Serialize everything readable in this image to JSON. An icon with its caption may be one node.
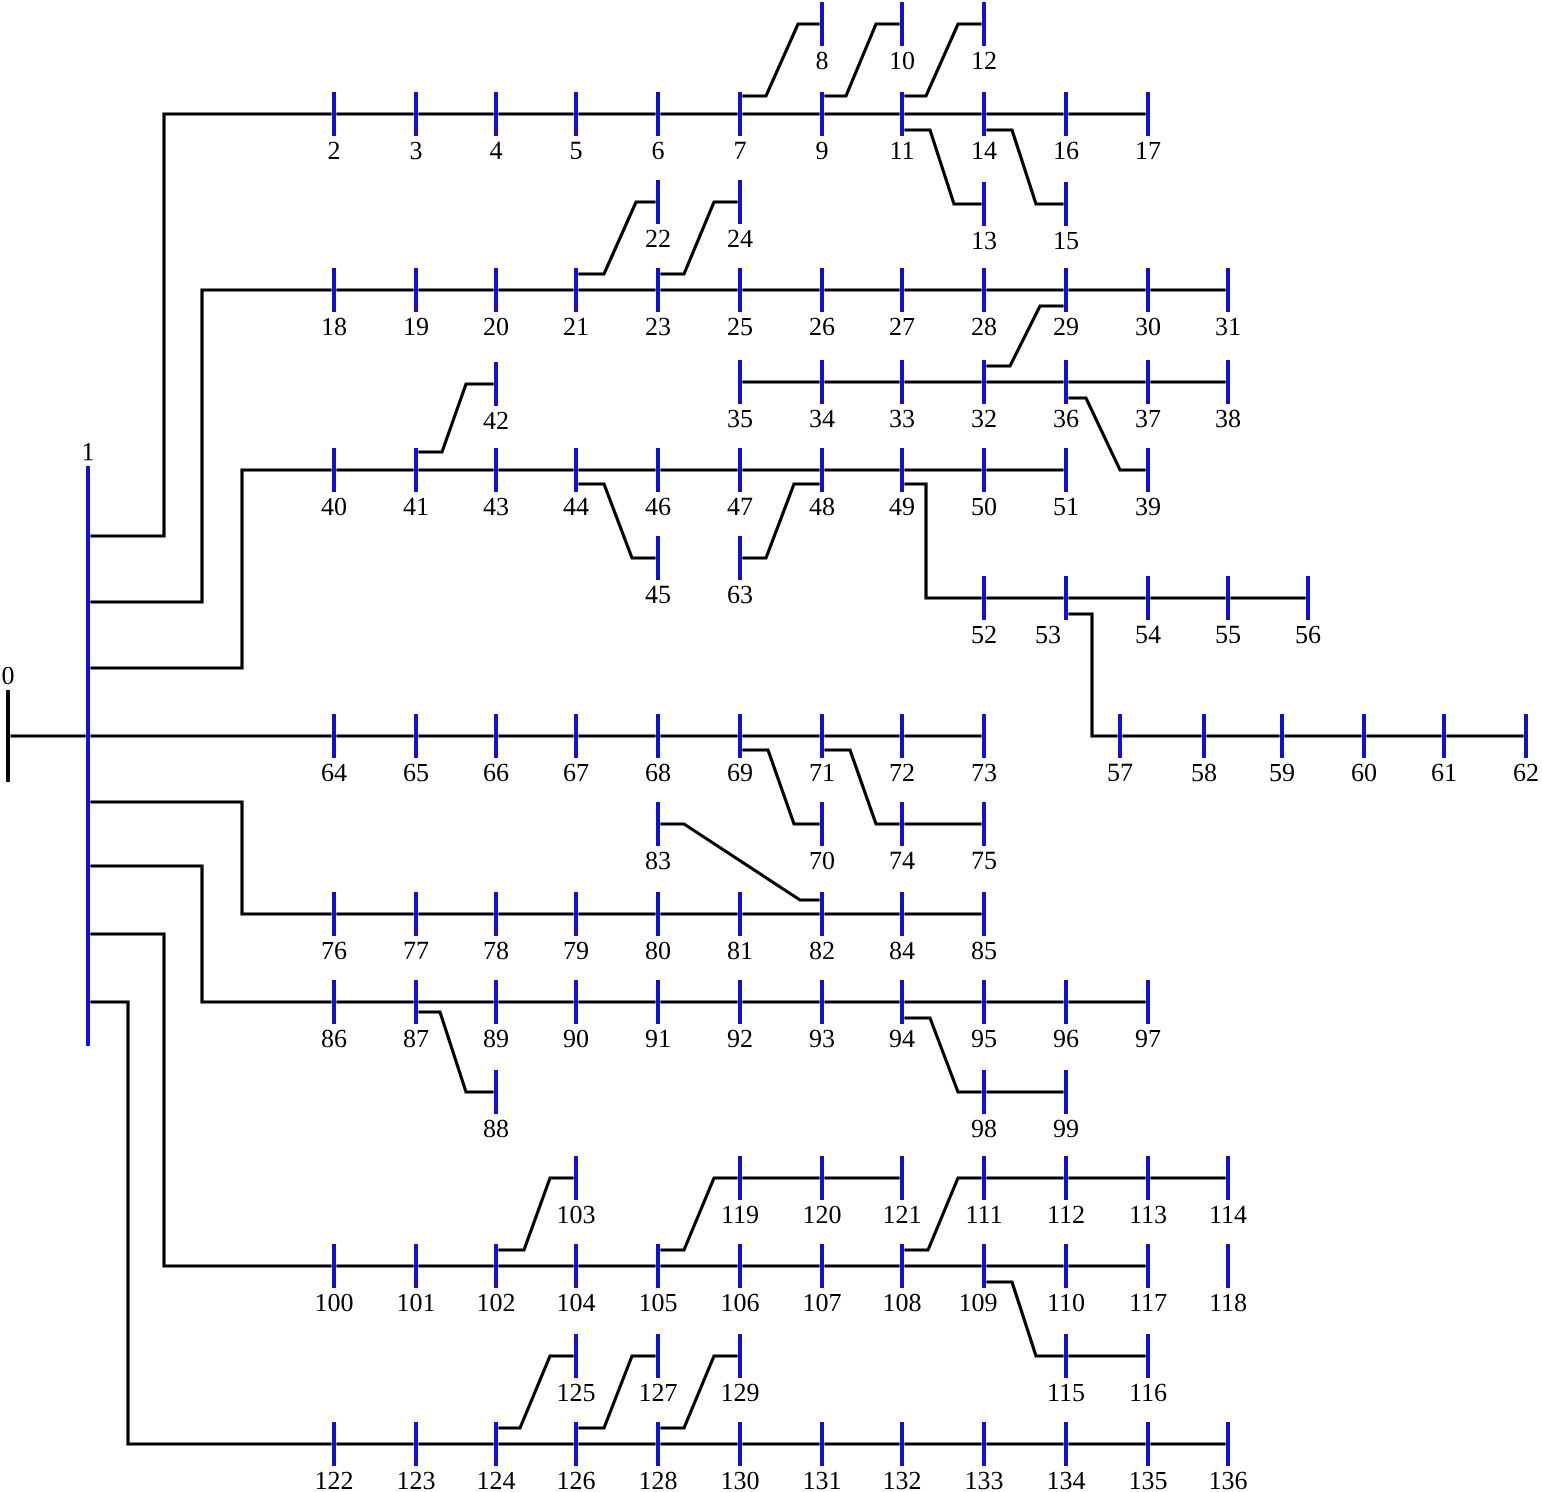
{
  "diagram": {
    "nodes": [
      {
        "text": [
          "0"
        ]
      },
      {
        "text": [
          "1"
        ]
      },
      {
        "text": [
          "2"
        ]
      },
      {
        "text": [
          "3"
        ]
      },
      {
        "text": [
          "4"
        ]
      },
      {
        "text": [
          "5"
        ]
      },
      {
        "text": [
          "6"
        ]
      },
      {
        "text": [
          "7"
        ]
      },
      {
        "text": [
          "8"
        ]
      },
      {
        "text": [
          "9"
        ]
      },
      {
        "text": [
          "10"
        ]
      },
      {
        "text": [
          "11"
        ]
      },
      {
        "text": [
          "12"
        ]
      },
      {
        "text": [
          "13"
        ]
      },
      {
        "text": [
          "14"
        ]
      },
      {
        "text": [
          "15"
        ]
      },
      {
        "text": [
          "16"
        ]
      },
      {
        "text": [
          "17"
        ]
      },
      {
        "text": [
          "18"
        ]
      },
      {
        "text": [
          "19"
        ]
      },
      {
        "text": [
          "20"
        ]
      },
      {
        "text": [
          "21"
        ]
      },
      {
        "text": [
          "22"
        ]
      },
      {
        "text": [
          "23"
        ]
      },
      {
        "text": [
          "24"
        ]
      },
      {
        "text": [
          "25"
        ]
      },
      {
        "text": [
          "26"
        ]
      },
      {
        "text": [
          "27"
        ]
      },
      {
        "text": [
          "28"
        ]
      },
      {
        "text": [
          "29"
        ]
      },
      {
        "text": [
          "30"
        ]
      },
      {
        "text": [
          "31"
        ]
      },
      {
        "text": [
          "32"
        ]
      },
      {
        "text": [
          "33"
        ]
      },
      {
        "text": [
          "34"
        ]
      },
      {
        "text": [
          "35"
        ]
      },
      {
        "text": [
          "36"
        ]
      },
      {
        "text": [
          "37"
        ]
      },
      {
        "text": [
          "38"
        ]
      },
      {
        "text": [
          "39"
        ]
      },
      {
        "text": [
          "40"
        ]
      },
      {
        "text": [
          "41"
        ]
      },
      {
        "text": [
          "42"
        ]
      },
      {
        "text": [
          "43"
        ]
      },
      {
        "text": [
          "44"
        ]
      },
      {
        "text": [
          "45"
        ]
      },
      {
        "text": [
          "46"
        ]
      },
      {
        "text": [
          "47"
        ]
      },
      {
        "text": [
          "48"
        ]
      },
      {
        "text": [
          "49"
        ]
      },
      {
        "text": [
          "50"
        ]
      },
      {
        "text": [
          "51"
        ]
      },
      {
        "text": [
          "52"
        ]
      },
      {
        "text": [
          "53"
        ]
      },
      {
        "text": [
          "54"
        ]
      },
      {
        "text": [
          "55"
        ]
      },
      {
        "text": [
          "56"
        ]
      },
      {
        "text": [
          "57"
        ]
      },
      {
        "text": [
          "58"
        ]
      },
      {
        "text": [
          "59"
        ]
      },
      {
        "text": [
          "60"
        ]
      },
      {
        "text": [
          "61"
        ]
      },
      {
        "text": [
          "62"
        ]
      },
      {
        "text": [
          "63"
        ]
      },
      {
        "text": [
          "64"
        ]
      },
      {
        "text": [
          "65"
        ]
      },
      {
        "text": [
          "66"
        ]
      },
      {
        "text": [
          "67"
        ]
      },
      {
        "text": [
          "68"
        ]
      },
      {
        "text": [
          "69"
        ]
      },
      {
        "text": [
          "70"
        ]
      },
      {
        "text": [
          "71"
        ]
      },
      {
        "text": [
          "72"
        ]
      },
      {
        "text": [
          "73"
        ]
      },
      {
        "text": [
          "74"
        ]
      },
      {
        "text": [
          "75"
        ]
      },
      {
        "text": [
          "76"
        ]
      },
      {
        "text": [
          "77"
        ]
      },
      {
        "text": [
          "78"
        ]
      },
      {
        "text": [
          "79"
        ]
      },
      {
        "text": [
          "80"
        ]
      },
      {
        "text": [
          "81"
        ]
      },
      {
        "text": [
          "82"
        ]
      },
      {
        "text": [
          "83"
        ]
      },
      {
        "text": [
          "84"
        ]
      },
      {
        "text": [
          "85"
        ]
      },
      {
        "text": [
          "86"
        ]
      },
      {
        "text": [
          "87"
        ]
      },
      {
        "text": [
          "88"
        ]
      },
      {
        "text": [
          "89"
        ]
      },
      {
        "text": [
          "90"
        ]
      },
      {
        "text": [
          "91"
        ]
      },
      {
        "text": [
          "92"
        ]
      },
      {
        "text": [
          "93"
        ]
      },
      {
        "text": [
          "94"
        ]
      },
      {
        "text": [
          "95"
        ]
      },
      {
        "text": [
          "96"
        ]
      },
      {
        "text": [
          "97"
        ]
      },
      {
        "text": [
          "98"
        ]
      },
      {
        "text": [
          "99"
        ]
      },
      {
        "text": [
          "100"
        ]
      },
      {
        "text": [
          "101"
        ]
      },
      {
        "text": [
          "102"
        ]
      },
      {
        "text": [
          "103"
        ]
      },
      {
        "text": [
          "104"
        ]
      },
      {
        "text": [
          "105"
        ]
      },
      {
        "text": [
          "106"
        ]
      },
      {
        "text": [
          "107"
        ]
      },
      {
        "text": [
          "108"
        ]
      },
      {
        "text": [
          "109"
        ]
      },
      {
        "text": [
          "110"
        ]
      },
      {
        "text": [
          "111"
        ]
      },
      {
        "text": [
          "112"
        ]
      },
      {
        "text": [
          "113"
        ]
      },
      {
        "text": [
          "114"
        ]
      },
      {
        "text": [
          "115"
        ]
      },
      {
        "text": [
          "116"
        ]
      },
      {
        "text": [
          "117"
        ]
      },
      {
        "text": [
          "118"
        ]
      },
      {
        "text": [
          "119"
        ]
      },
      {
        "text": [
          "120"
        ]
      },
      {
        "text": [
          "121"
        ]
      },
      {
        "text": [
          "122"
        ]
      },
      {
        "text": [
          "123"
        ]
      },
      {
        "text": [
          "124"
        ]
      },
      {
        "text": [
          "125"
        ]
      },
      {
        "text": [
          "126"
        ]
      },
      {
        "text": [
          "127"
        ]
      },
      {
        "text": [
          "128"
        ]
      },
      {
        "text": [
          "129"
        ]
      },
      {
        "text": [
          "130"
        ]
      },
      {
        "text": [
          "131"
        ]
      },
      {
        "text": [
          "132"
        ]
      },
      {
        "text": [
          "133"
        ]
      },
      {
        "text": [
          "134"
        ]
      },
      {
        "text": [
          "135"
        ]
      },
      {
        "text": [
          "136"
        ]
      }
    ],
    "edges": [
      {
        "from": 0,
        "to": 1,
        "arrow": "none"
      },
      {
        "from": 1,
        "to": 2,
        "arrow": "none"
      },
      {
        "from": 2,
        "to": 3,
        "arrow": "none"
      },
      {
        "from": 3,
        "to": 4,
        "arrow": "none"
      },
      {
        "from": 4,
        "to": 5,
        "arrow": "none"
      },
      {
        "from": 5,
        "to": 6,
        "arrow": "none"
      },
      {
        "from": 6,
        "to": 7,
        "arrow": "none"
      },
      {
        "from": 7,
        "to": 8,
        "arrow": "none"
      },
      {
        "from": 7,
        "to": 9,
        "arrow": "none"
      },
      {
        "from": 9,
        "to": 10,
        "arrow": "none"
      },
      {
        "from": 9,
        "to": 11,
        "arrow": "none"
      },
      {
        "from": 11,
        "to": 12,
        "arrow": "none"
      },
      {
        "from": 11,
        "to": 13,
        "arrow": "none"
      },
      {
        "from": 11,
        "to": 14,
        "arrow": "none"
      },
      {
        "from": 14,
        "to": 15,
        "arrow": "none"
      },
      {
        "from": 14,
        "to": 16,
        "arrow": "none"
      },
      {
        "from": 16,
        "to": 17,
        "arrow": "none"
      },
      {
        "from": 1,
        "to": 18,
        "arrow": "none"
      },
      {
        "from": 18,
        "to": 19,
        "arrow": "none"
      },
      {
        "from": 19,
        "to": 20,
        "arrow": "none"
      },
      {
        "from": 20,
        "to": 21,
        "arrow": "none"
      },
      {
        "from": 21,
        "to": 22,
        "arrow": "none"
      },
      {
        "from": 21,
        "to": 23,
        "arrow": "none"
      },
      {
        "from": 23,
        "to": 24,
        "arrow": "none"
      },
      {
        "from": 23,
        "to": 25,
        "arrow": "none"
      },
      {
        "from": 25,
        "to": 26,
        "arrow": "none"
      },
      {
        "from": 26,
        "to": 27,
        "arrow": "none"
      },
      {
        "from": 27,
        "to": 28,
        "arrow": "none"
      },
      {
        "from": 28,
        "to": 29,
        "arrow": "none"
      },
      {
        "from": 29,
        "to": 30,
        "arrow": "none"
      },
      {
        "from": 30,
        "to": 31,
        "arrow": "none"
      },
      {
        "from": 29,
        "to": 32,
        "arrow": "none"
      },
      {
        "from": 32,
        "to": 33,
        "arrow": "none"
      },
      {
        "from": 33,
        "to": 34,
        "arrow": "none"
      },
      {
        "from": 34,
        "to": 35,
        "arrow": "none"
      },
      {
        "from": 32,
        "to": 36,
        "arrow": "none"
      },
      {
        "from": 36,
        "to": 37,
        "arrow": "none"
      },
      {
        "from": 37,
        "to": 38,
        "arrow": "none"
      },
      {
        "from": 36,
        "to": 39,
        "arrow": "none"
      },
      {
        "from": 1,
        "to": 40,
        "arrow": "none"
      },
      {
        "from": 40,
        "to": 41,
        "arrow": "none"
      },
      {
        "from": 41,
        "to": 42,
        "arrow": "none"
      },
      {
        "from": 41,
        "to": 43,
        "arrow": "none"
      },
      {
        "from": 43,
        "to": 44,
        "arrow": "none"
      },
      {
        "from": 44,
        "to": 45,
        "arrow": "none"
      },
      {
        "from": 44,
        "to": 46,
        "arrow": "none"
      },
      {
        "from": 46,
        "to": 47,
        "arrow": "none"
      },
      {
        "from": 47,
        "to": 48,
        "arrow": "none"
      },
      {
        "from": 48,
        "to": 49,
        "arrow": "none"
      },
      {
        "from": 49,
        "to": 50,
        "arrow": "none"
      },
      {
        "from": 50,
        "to": 51,
        "arrow": "none"
      },
      {
        "from": 49,
        "to": 52,
        "arrow": "none"
      },
      {
        "from": 52,
        "to": 53,
        "arrow": "none"
      },
      {
        "from": 53,
        "to": 54,
        "arrow": "none"
      },
      {
        "from": 54,
        "to": 55,
        "arrow": "none"
      },
      {
        "from": 55,
        "to": 56,
        "arrow": "none"
      },
      {
        "from": 53,
        "to": 57,
        "arrow": "none"
      },
      {
        "from": 57,
        "to": 58,
        "arrow": "none"
      },
      {
        "from": 58,
        "to": 59,
        "arrow": "none"
      },
      {
        "from": 59,
        "to": 60,
        "arrow": "none"
      },
      {
        "from": 60,
        "to": 61,
        "arrow": "none"
      },
      {
        "from": 61,
        "to": 62,
        "arrow": "none"
      },
      {
        "from": 48,
        "to": 63,
        "arrow": "none"
      },
      {
        "from": 1,
        "to": 64,
        "arrow": "none"
      },
      {
        "from": 64,
        "to": 65,
        "arrow": "none"
      },
      {
        "from": 65,
        "to": 66,
        "arrow": "none"
      },
      {
        "from": 66,
        "to": 67,
        "arrow": "none"
      },
      {
        "from": 67,
        "to": 68,
        "arrow": "none"
      },
      {
        "from": 68,
        "to": 69,
        "arrow": "none"
      },
      {
        "from": 69,
        "to": 70,
        "arrow": "none"
      },
      {
        "from": 69,
        "to": 71,
        "arrow": "none"
      },
      {
        "from": 71,
        "to": 72,
        "arrow": "none"
      },
      {
        "from": 72,
        "to": 73,
        "arrow": "none"
      },
      {
        "from": 71,
        "to": 74,
        "arrow": "none"
      },
      {
        "from": 74,
        "to": 75,
        "arrow": "none"
      },
      {
        "from": 1,
        "to": 76,
        "arrow": "none"
      },
      {
        "from": 76,
        "to": 77,
        "arrow": "none"
      },
      {
        "from": 77,
        "to": 78,
        "arrow": "none"
      },
      {
        "from": 78,
        "to": 79,
        "arrow": "none"
      },
      {
        "from": 79,
        "to": 80,
        "arrow": "none"
      },
      {
        "from": 80,
        "to": 81,
        "arrow": "none"
      },
      {
        "from": 81,
        "to": 82,
        "arrow": "none"
      },
      {
        "from": 82,
        "to": 83,
        "arrow": "none"
      },
      {
        "from": 82,
        "to": 84,
        "arrow": "none"
      },
      {
        "from": 84,
        "to": 85,
        "arrow": "none"
      },
      {
        "from": 1,
        "to": 86,
        "arrow": "none"
      },
      {
        "from": 86,
        "to": 87,
        "arrow": "none"
      },
      {
        "from": 87,
        "to": 88,
        "arrow": "none"
      },
      {
        "from": 87,
        "to": 89,
        "arrow": "none"
      },
      {
        "from": 89,
        "to": 90,
        "arrow": "none"
      },
      {
        "from": 90,
        "to": 91,
        "arrow": "none"
      },
      {
        "from": 91,
        "to": 92,
        "arrow": "none"
      },
      {
        "from": 92,
        "to": 93,
        "arrow": "none"
      },
      {
        "from": 93,
        "to": 94,
        "arrow": "none"
      },
      {
        "from": 94,
        "to": 95,
        "arrow": "none"
      },
      {
        "from": 95,
        "to": 96,
        "arrow": "none"
      },
      {
        "from": 96,
        "to": 97,
        "arrow": "none"
      },
      {
        "from": 94,
        "to": 98,
        "arrow": "none"
      },
      {
        "from": 98,
        "to": 99,
        "arrow": "none"
      },
      {
        "from": 1,
        "to": 100,
        "arrow": "none"
      },
      {
        "from": 100,
        "to": 101,
        "arrow": "none"
      },
      {
        "from": 101,
        "to": 102,
        "arrow": "none"
      },
      {
        "from": 102,
        "to": 103,
        "arrow": "none"
      },
      {
        "from": 102,
        "to": 104,
        "arrow": "none"
      },
      {
        "from": 104,
        "to": 105,
        "arrow": "none"
      },
      {
        "from": 105,
        "to": 106,
        "arrow": "none"
      },
      {
        "from": 106,
        "to": 107,
        "arrow": "none"
      },
      {
        "from": 107,
        "to": 108,
        "arrow": "none"
      },
      {
        "from": 108,
        "to": 109,
        "arrow": "none"
      },
      {
        "from": 109,
        "to": 110,
        "arrow": "none"
      },
      {
        "from": 108,
        "to": 111,
        "arrow": "none"
      },
      {
        "from": 111,
        "to": 112,
        "arrow": "none"
      },
      {
        "from": 112,
        "to": 113,
        "arrow": "none"
      },
      {
        "from": 113,
        "to": 114,
        "arrow": "none"
      },
      {
        "from": 109,
        "to": 115,
        "arrow": "none"
      },
      {
        "from": 115,
        "to": 116,
        "arrow": "none"
      },
      {
        "from": 110,
        "to": 117,
        "arrow": "none"
      },
      {
        "from": 105,
        "to": 119,
        "arrow": "none"
      },
      {
        "from": 119,
        "to": 120,
        "arrow": "none"
      },
      {
        "from": 120,
        "to": 121,
        "arrow": "none"
      },
      {
        "from": 1,
        "to": 122,
        "arrow": "none"
      },
      {
        "from": 122,
        "to": 123,
        "arrow": "none"
      },
      {
        "from": 123,
        "to": 124,
        "arrow": "none"
      },
      {
        "from": 124,
        "to": 125,
        "arrow": "none"
      },
      {
        "from": 124,
        "to": 126,
        "arrow": "none"
      },
      {
        "from": 126,
        "to": 127,
        "arrow": "none"
      },
      {
        "from": 126,
        "to": 128,
        "arrow": "none"
      },
      {
        "from": 128,
        "to": 129,
        "arrow": "none"
      },
      {
        "from": 128,
        "to": 130,
        "arrow": "none"
      },
      {
        "from": 130,
        "to": 131,
        "arrow": "none"
      },
      {
        "from": 131,
        "to": 132,
        "arrow": "none"
      },
      {
        "from": 132,
        "to": 133,
        "arrow": "none"
      },
      {
        "from": 133,
        "to": 134,
        "arrow": "none"
      },
      {
        "from": 134,
        "to": 135,
        "arrow": "none"
      },
      {
        "from": 135,
        "to": 136,
        "arrow": "none"
      }
    ]
  }
}
